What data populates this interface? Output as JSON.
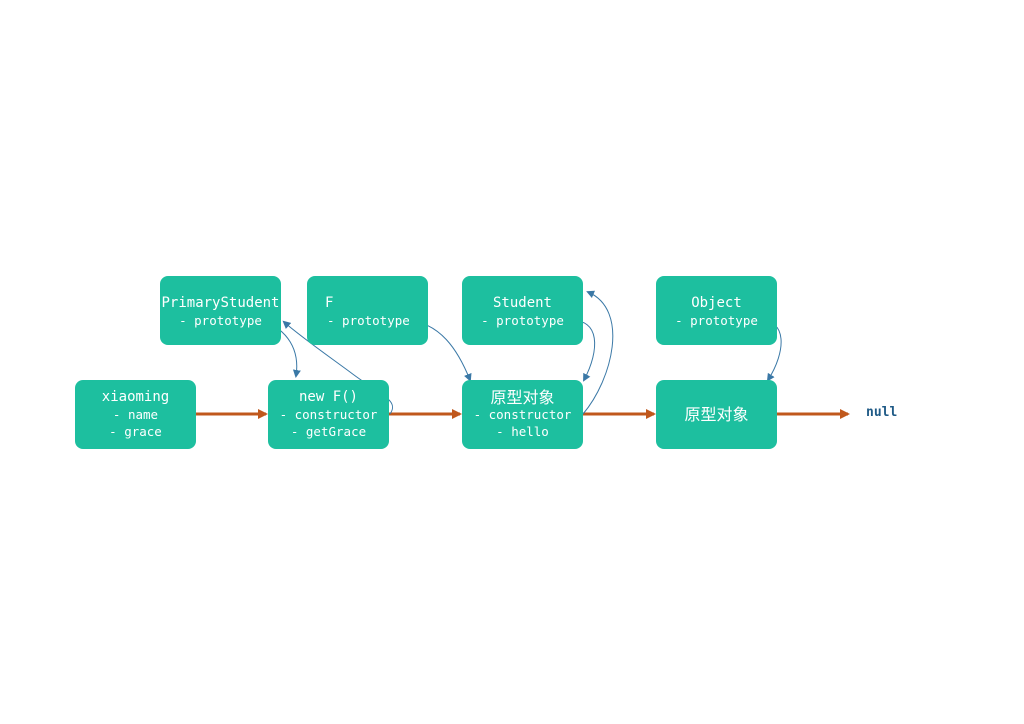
{
  "prototype_chain": [
    {
      "id": "xiaoming",
      "title": "xiaoming",
      "lines": [
        "- name",
        "- grace"
      ]
    },
    {
      "id": "new-f",
      "title": "new F()",
      "lines": [
        "- constructor",
        "- getGrace"
      ]
    },
    {
      "id": "student-proto",
      "title": "原型对象",
      "lines": [
        "- constructor",
        "- hello"
      ]
    },
    {
      "id": "object-proto",
      "title": "原型对象",
      "lines": []
    }
  ],
  "constructors": [
    {
      "id": "primary-student",
      "title": "PrimaryStudent",
      "lines": [
        "- prototype"
      ]
    },
    {
      "id": "f",
      "title": "F",
      "lines": [
        "- prototype"
      ]
    },
    {
      "id": "student",
      "title": "Student",
      "lines": [
        "- prototype"
      ]
    },
    {
      "id": "object",
      "title": "Object",
      "lines": [
        "- prototype"
      ]
    }
  ],
  "null_label": "null",
  "colors": {
    "box": "#1dbf9f",
    "box_text": "#ffffff",
    "chain_arrow": "#c0581c",
    "link_arrow": "#3a78a6",
    "null_text": "#1f5a86"
  }
}
